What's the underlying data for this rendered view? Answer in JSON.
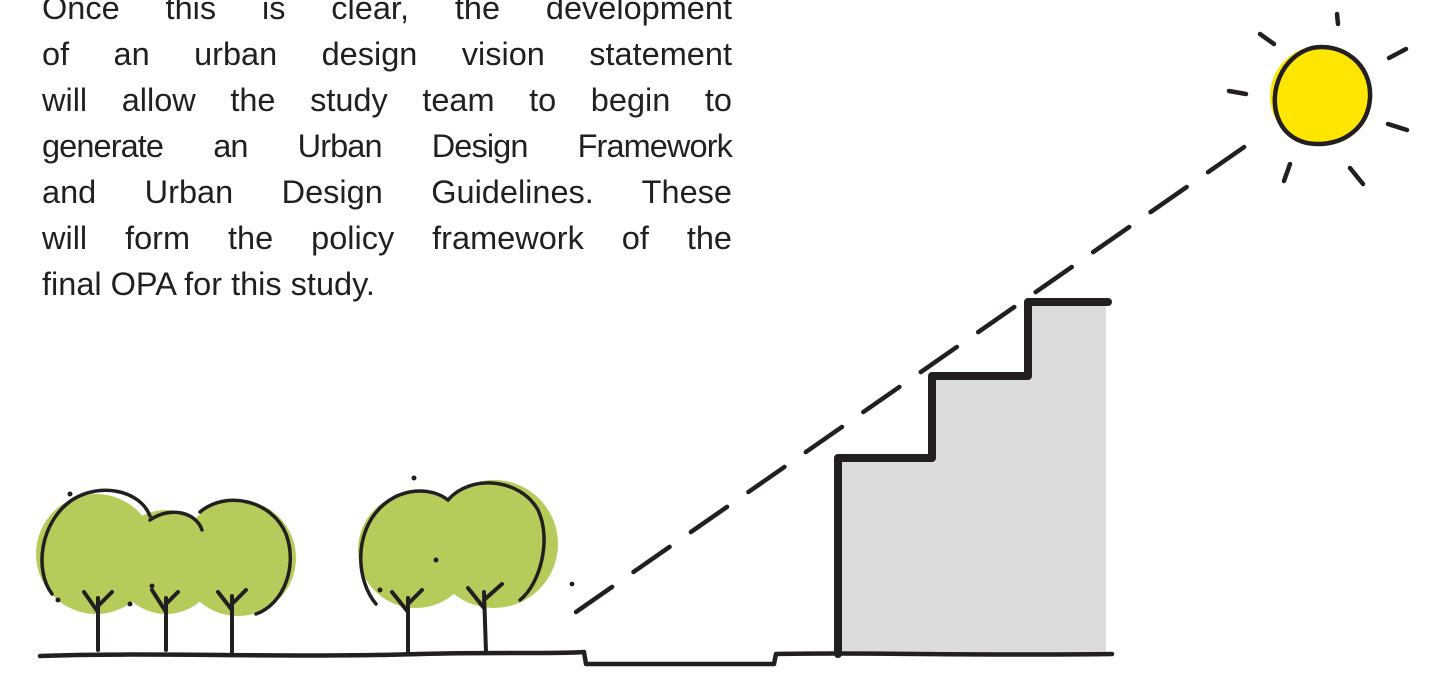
{
  "body_text": {
    "lines": [
      "Once this is clear, the development",
      "of an urban design vision statement",
      "will allow the study team to begin to",
      "generate an Urban Design Framework",
      "and Urban Design Guidelines. These",
      "will form the policy framework of the",
      "final OPA for this study."
    ]
  },
  "colors": {
    "text": "#231f20",
    "ink": "#231f20",
    "tree_green": "#b6cc5a",
    "sun_yellow": "#ffe600",
    "building_gray": "#dcdcde"
  },
  "icons": {
    "sun": "sun-icon",
    "trees": "tree-icon",
    "building": "stepped-building-icon",
    "light_line": "sun-angle-line"
  }
}
